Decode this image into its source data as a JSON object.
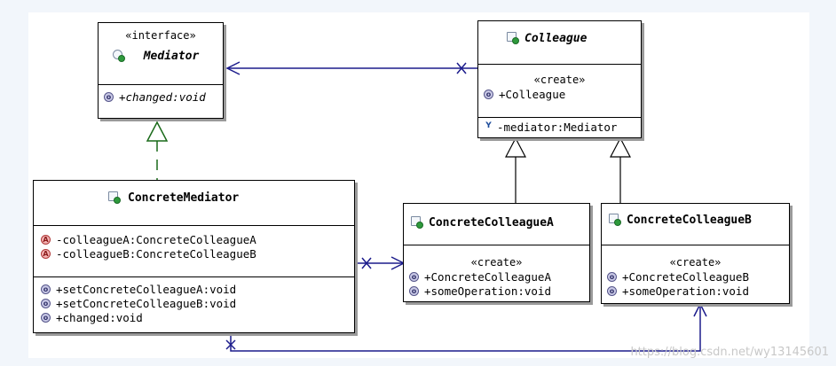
{
  "diagram": {
    "mediator": {
      "stereotype": "«interface»",
      "name": "Mediator",
      "operations": [
        {
          "icon": "operation-icon",
          "text": "+changed:void"
        }
      ]
    },
    "colleague": {
      "name": "Colleague",
      "create_stereotype": "«create»",
      "constructors": [
        {
          "icon": "operation-icon",
          "text": "+Colleague"
        }
      ],
      "attributes": [
        {
          "icon": "attribute-icon",
          "text": "-mediator:Mediator"
        }
      ]
    },
    "concrete_mediator": {
      "name": "ConcreteMediator",
      "attributes": [
        {
          "icon": "abstract-attribute-icon",
          "text": "-colleagueA:ConcreteColleagueA"
        },
        {
          "icon": "abstract-attribute-icon",
          "text": "-colleagueB:ConcreteColleagueB"
        }
      ],
      "operations": [
        {
          "icon": "operation-icon",
          "text": "+setConcreteColleagueA:void"
        },
        {
          "icon": "operation-icon",
          "text": "+setConcreteColleagueB:void"
        },
        {
          "icon": "operation-icon",
          "text": "+changed:void"
        }
      ]
    },
    "colleague_a": {
      "name": "ConcreteColleagueA",
      "create_stereotype": "«create»",
      "operations": [
        {
          "icon": "operation-icon",
          "text": "+ConcreteColleagueA"
        },
        {
          "icon": "operation-icon",
          "text": "+someOperation:void"
        }
      ]
    },
    "colleague_b": {
      "name": "ConcreteColleagueB",
      "create_stereotype": "«create»",
      "operations": [
        {
          "icon": "operation-icon",
          "text": "+ConcreteColleagueB"
        },
        {
          "icon": "operation-icon",
          "text": "+someOperation:void"
        }
      ]
    },
    "watermark": "https://blog.csdn.net/wy13145601",
    "colors": {
      "association": "#1c1c8c",
      "inheritance": "#000000",
      "realization": "#1a6a1a"
    }
  }
}
